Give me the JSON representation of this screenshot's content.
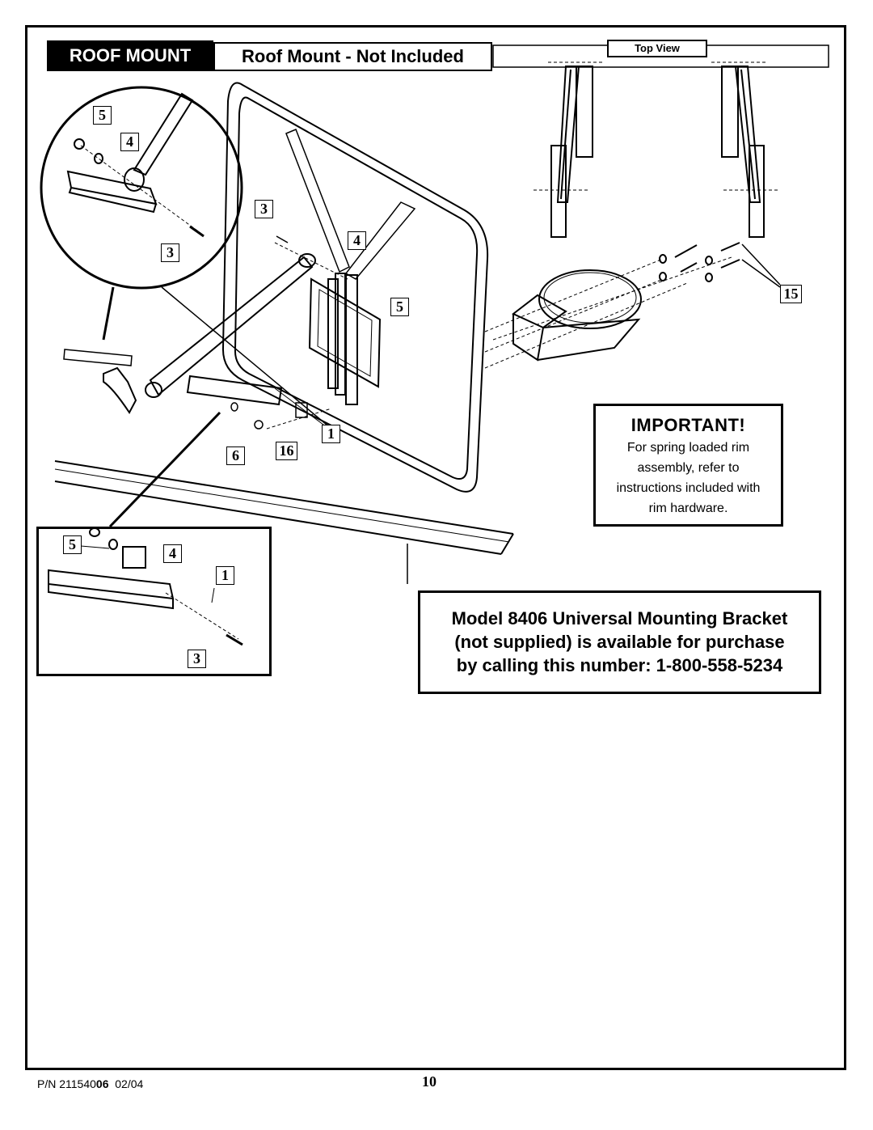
{
  "header": {
    "section_label": "ROOF MOUNT",
    "subtitle": "Roof Mount - Not Included",
    "top_view_label": "Top View"
  },
  "callouts": {
    "detail_circle": [
      "5",
      "4",
      "3"
    ],
    "main": [
      "3",
      "4",
      "5",
      "15",
      "1",
      "16",
      "6"
    ],
    "detail_box": [
      "5",
      "4",
      "1",
      "3"
    ]
  },
  "important": {
    "title": "IMPORTANT!",
    "lines": [
      "For spring loaded rim",
      "assembly, refer to",
      "instructions included with",
      "rim hardware."
    ]
  },
  "model_notice": {
    "lines": [
      "Model 8406 Universal Mounting Bracket",
      "(not supplied) is available for purchase",
      "by calling this number:  1-800-558-5234"
    ]
  },
  "footer": {
    "part_number_prefix": "P/N 211540",
    "part_number_bold": "06",
    "date": "02/04",
    "page_number": "10"
  }
}
